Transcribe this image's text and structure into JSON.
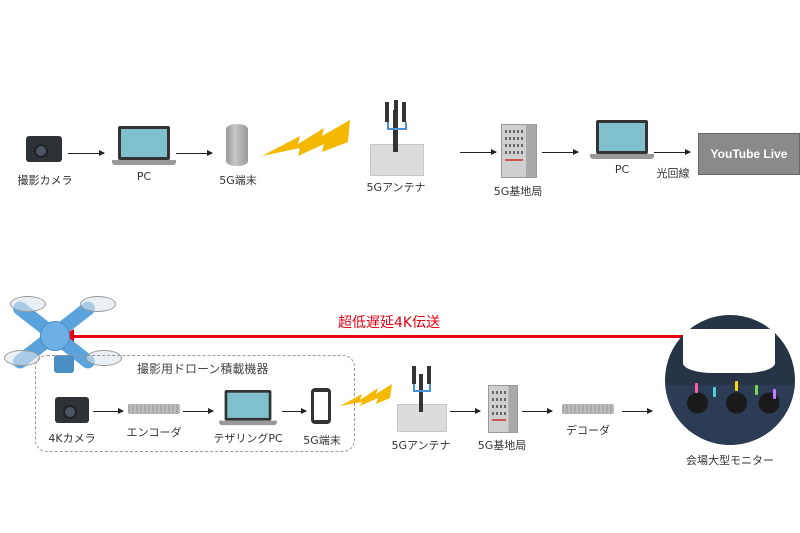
{
  "top_flow": {
    "nodes": [
      {
        "id": "camera",
        "label": "撮影カメラ",
        "icon": "camera-icon"
      },
      {
        "id": "pc1",
        "label": "PC",
        "icon": "laptop-icon"
      },
      {
        "id": "terminal",
        "label": "5G端末",
        "icon": "5g-terminal-icon"
      },
      {
        "id": "antenna",
        "label": "5Gアンテナ",
        "icon": "antenna-icon"
      },
      {
        "id": "base_station",
        "label": "5G基地局",
        "icon": "server-icon"
      },
      {
        "id": "pc2",
        "label": "PC",
        "icon": "laptop-icon"
      },
      {
        "id": "youtube",
        "label": "YouTube Live",
        "icon": "youtube-box"
      }
    ],
    "link_label": "光回線",
    "wireless_icon": "lightning-bolt-icon"
  },
  "bottom_flow": {
    "group_label": "撮影用ドローン積載機器",
    "nodes": [
      {
        "id": "4k_camera",
        "label": "4Kカメラ"
      },
      {
        "id": "encoder",
        "label": "エンコーダ"
      },
      {
        "id": "tethering_pc",
        "label": "テザリングPC"
      },
      {
        "id": "5g_terminal",
        "label": "5G端末"
      },
      {
        "id": "antenna",
        "label": "5Gアンテナ"
      },
      {
        "id": "base_station",
        "label": "5G基地局"
      },
      {
        "id": "decoder",
        "label": "デコーダ"
      },
      {
        "id": "venue_monitor",
        "label": "会場大型モニター"
      }
    ],
    "transmission_label": "超低遅延4K伝送",
    "drone_icon": "drone-icon"
  },
  "colors": {
    "accent_red": "#e60012",
    "bolt_yellow": "#f5b800",
    "screen_blue": "#7fc0cc",
    "drone_blue": "#5ba3dd"
  }
}
